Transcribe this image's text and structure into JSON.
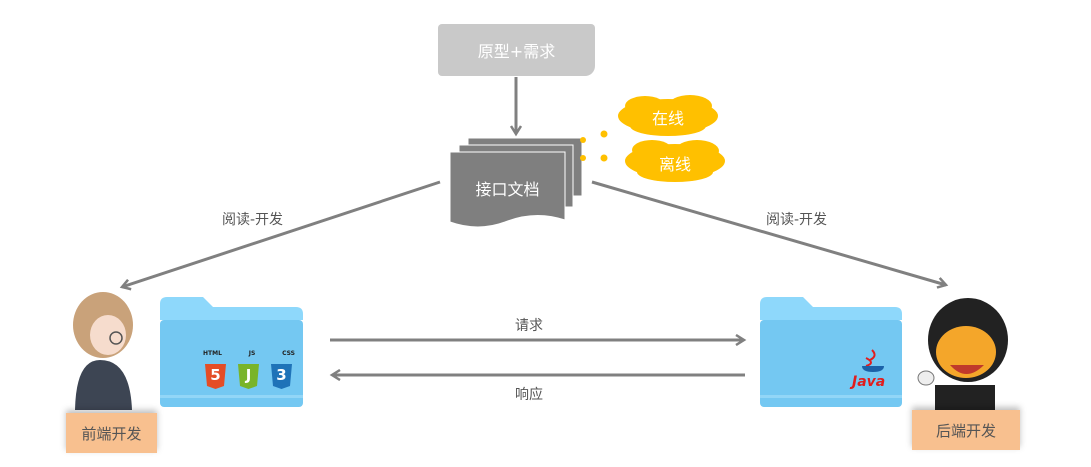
{
  "top_box": {
    "label": "原型+需求"
  },
  "document": {
    "label": "接口文档"
  },
  "clouds": [
    {
      "label": "在线"
    },
    {
      "label": "离线"
    }
  ],
  "edges": {
    "read_dev_left": "阅读-开发",
    "read_dev_right": "阅读-开发",
    "request": "请求",
    "response": "响应"
  },
  "roles": {
    "frontend": "前端开发",
    "backend": "后端开发"
  },
  "folders": {
    "frontend_badges": [
      "HTML",
      "JS",
      "CSS"
    ],
    "frontend_badge_glyphs": [
      "5",
      "J",
      "3"
    ],
    "backend_logo": "Java"
  },
  "colors": {
    "gray_box": "#c9c9c9",
    "doc": "#7f7f7f",
    "cloud": "#ffc000",
    "role": "#f8c08f",
    "folder": "#7ccdf5",
    "arrow": "#808080"
  }
}
